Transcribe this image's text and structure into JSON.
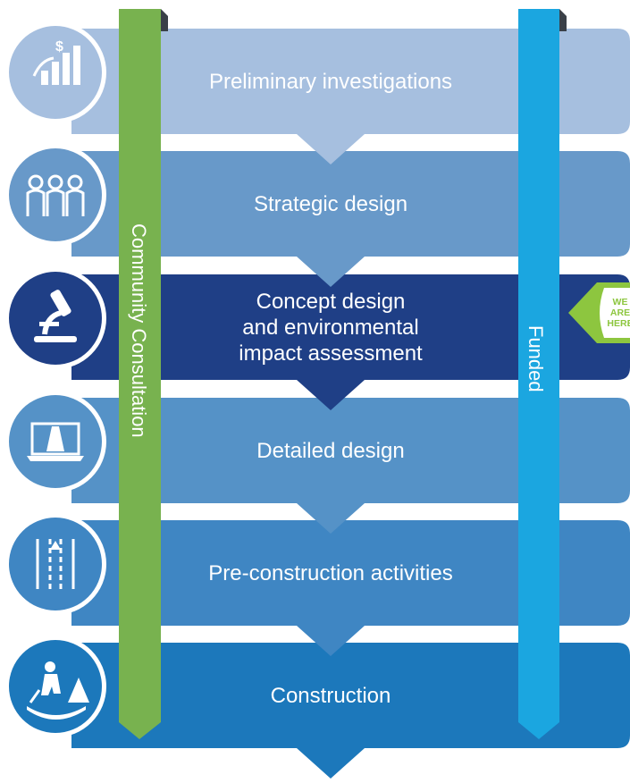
{
  "stages": [
    {
      "label": [
        "Preliminary investigations"
      ],
      "color": "#a6bfdf",
      "icon": "funding-growth-icon"
    },
    {
      "label": [
        "Strategic design"
      ],
      "color": "#6899c9",
      "icon": "people-group-icon"
    },
    {
      "label": [
        "Concept design",
        "and environmental",
        "impact assessment"
      ],
      "color": "#1f3f86",
      "icon": "microscope-icon",
      "current": true
    },
    {
      "label": [
        "Detailed design"
      ],
      "color": "#5592c7",
      "icon": "laptop-road-icon"
    },
    {
      "label": [
        "Pre-construction activities"
      ],
      "color": "#3f86c3",
      "icon": "traffic-lanes-icon"
    },
    {
      "label": [
        "Construction"
      ],
      "color": "#1c78bb",
      "icon": "road-worker-icon"
    }
  ],
  "consultation_bar": {
    "label": "Community Consultation",
    "color": "#78b24f"
  },
  "funded_bar": {
    "label": "Funded",
    "color": "#1ba6e0"
  },
  "badge": {
    "lines": [
      "WE",
      "ARE",
      "HERE"
    ],
    "color": "#8dc63f"
  }
}
